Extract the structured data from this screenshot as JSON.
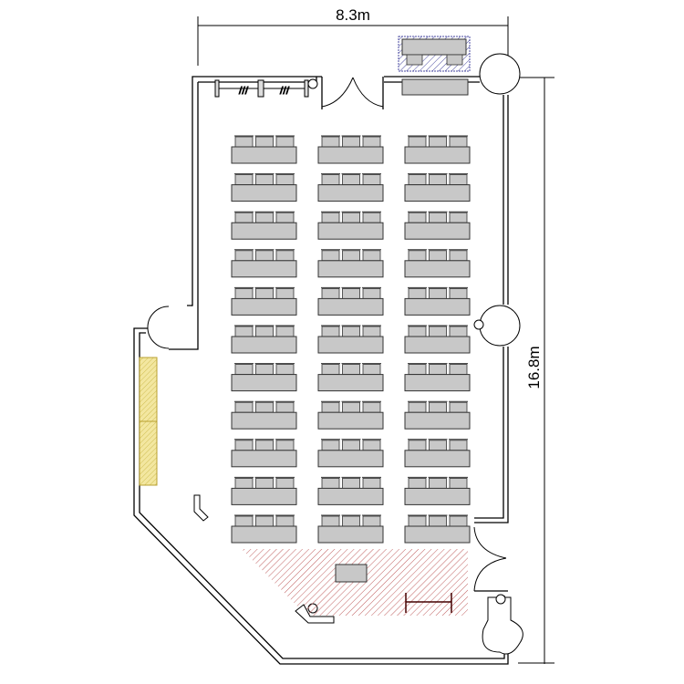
{
  "dimensions": {
    "width_label": "8.3m",
    "height_label": "16.8m"
  },
  "layout": {
    "table_columns": 3,
    "table_rows": 11,
    "chairs_per_table": 3
  },
  "colors": {
    "table": "#c8c8c8",
    "stage_hatch": "#c06060",
    "front_hatch": "#4a4aa0",
    "side_panel": "#f0e08a"
  }
}
